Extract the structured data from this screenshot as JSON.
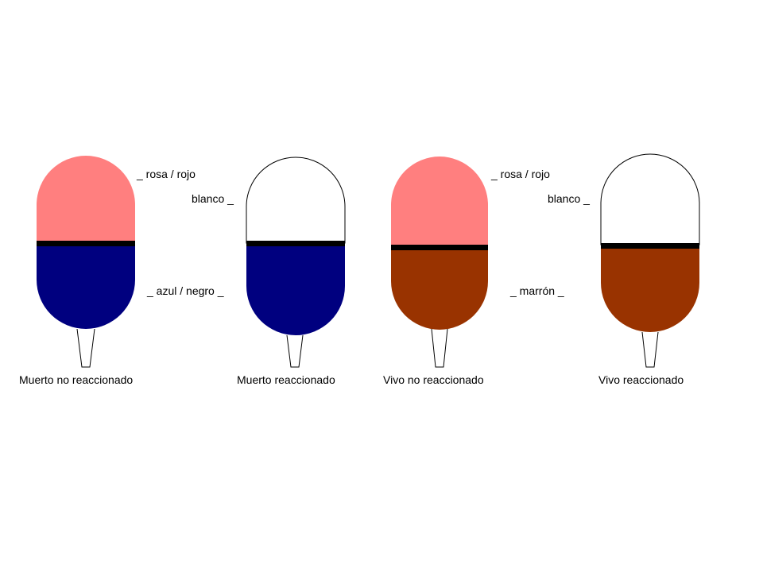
{
  "colors": {
    "pink": "#FF7F7F",
    "white": "#FFFFFF",
    "navy": "#00007F",
    "brown": "#993300",
    "separator": "#000000",
    "outline": "#000000"
  },
  "capsules": [
    {
      "caption": "Muerto no reaccionado",
      "top_color": "pink",
      "bottom_color": "navy",
      "top_label": "_ rosa / rojo",
      "bottom_label": "_ azul / negro _"
    },
    {
      "caption": "Muerto reaccionado",
      "top_color": "white",
      "bottom_color": "navy",
      "top_label": "blanco _"
    },
    {
      "caption": "Vivo no reaccionado",
      "top_color": "pink",
      "bottom_color": "brown",
      "top_label": "_ rosa / rojo",
      "bottom_label": "_ marrón _"
    },
    {
      "caption": "Vivo reaccionado",
      "top_color": "white",
      "bottom_color": "brown",
      "top_label": "blanco _"
    }
  ]
}
